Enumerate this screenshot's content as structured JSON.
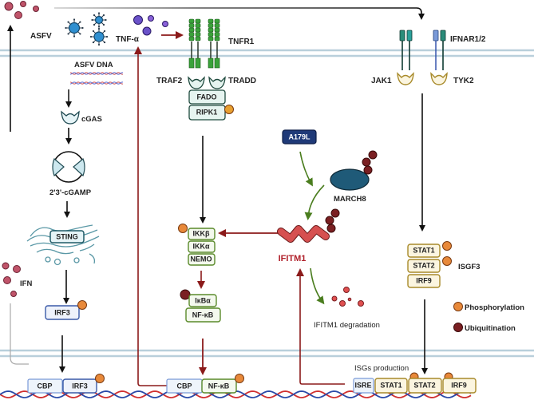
{
  "title": "ASFV A179L / MARCH8 / IFITM1 innate immune signaling pathway",
  "colors": {
    "membrane": "#b9cfdb",
    "arrow_black": "#111111",
    "arrow_red": "#8b1a1a",
    "arrow_green": "#4a7d1e",
    "phosphorylation": "#e8893a",
    "ubiquitination": "#7a1f22",
    "ifn_dot": "#c0546a",
    "tnf_dot": "#6a52c9",
    "asfv_virion": "#2f8fd0",
    "green_box": "#5a8a2a",
    "blue_box": "#3a5aa8",
    "yellow_box": "#a88a2a",
    "ifitm1": "#d65050",
    "ifitm1_label": "#b0202a",
    "a179l_box": "#1f3a78",
    "march8": "#1f5a78",
    "tnfr1": "#3aa23a",
    "ifnar_teal": "#2a8c7a",
    "ifnar_blue": "#7a9ad8",
    "jak": "#c9a030"
  },
  "labels": {
    "asfv": "ASFV",
    "tnf": "TNF-α",
    "tnfr1": "TNFR1",
    "ifnar": "IFNAR1/2",
    "asfv_dna": "ASFV DNA",
    "traf2": "TRAF2",
    "tradd": "TRADD",
    "fado": "FADO",
    "ripk1": "RIPK1",
    "jak1": "JAK1",
    "tyk2": "TYK2",
    "cgas": "cGAS",
    "cgamp": "2'3'-cGAMP",
    "sting": "STING",
    "a179l": "A179L",
    "march8": "MARCH8",
    "ifitm1": "IFITM1",
    "ikkb": "IKKβ",
    "ikka": "IKKα",
    "nemo": "NEMO",
    "ikba": "IκBα",
    "nfkb": "NF-κB",
    "ifn": "IFN",
    "irf3": "IRF3",
    "stat1": "STAT1",
    "stat2": "STAT2",
    "irf9": "IRF9",
    "isgf3": "ISGF3",
    "ifitm1_degradation": "IFITM1 degradation",
    "isgs_production": "ISGs production",
    "cbp": "CBP",
    "isre": "ISRE"
  },
  "legend": [
    {
      "label": "Phosphorylation",
      "color_key": "phosphorylation"
    },
    {
      "label": "Ubiquitination",
      "color_key": "ubiquitination"
    }
  ],
  "nuclear_complexes": [
    {
      "name": "irf3-complex",
      "parts": [
        "CBP",
        "IRF3"
      ]
    },
    {
      "name": "nfkb-complex",
      "parts": [
        "CBP",
        "NF-κB"
      ]
    },
    {
      "name": "isre-complex",
      "parts": [
        "ISRE",
        "STAT1",
        "STAT2",
        "IRF9"
      ]
    }
  ]
}
